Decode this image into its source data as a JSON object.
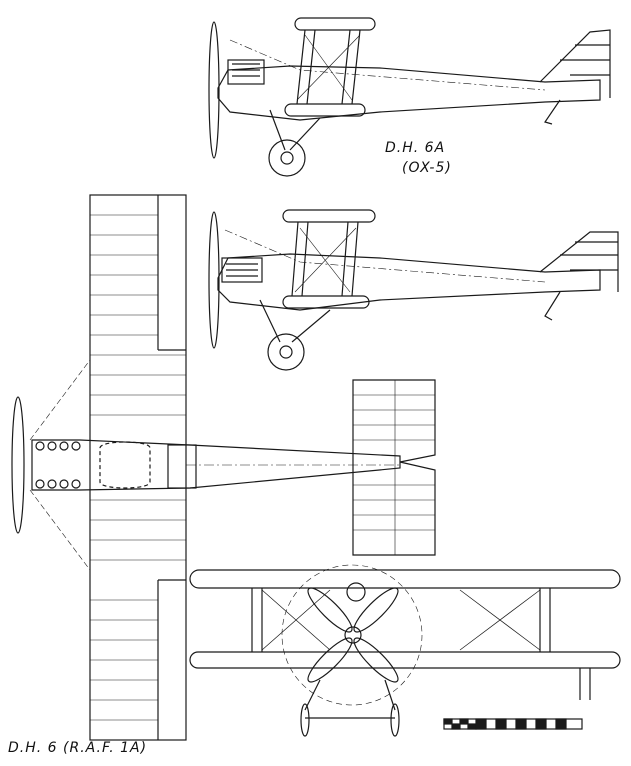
{
  "labels": {
    "model_a": "D.H. 6A",
    "engine_a": "(OX-5)",
    "model_main": "D.H. 6 (R.A.F. 1A)"
  },
  "colors": {
    "ink": "#1a1a1a",
    "paper": "#ffffff"
  }
}
